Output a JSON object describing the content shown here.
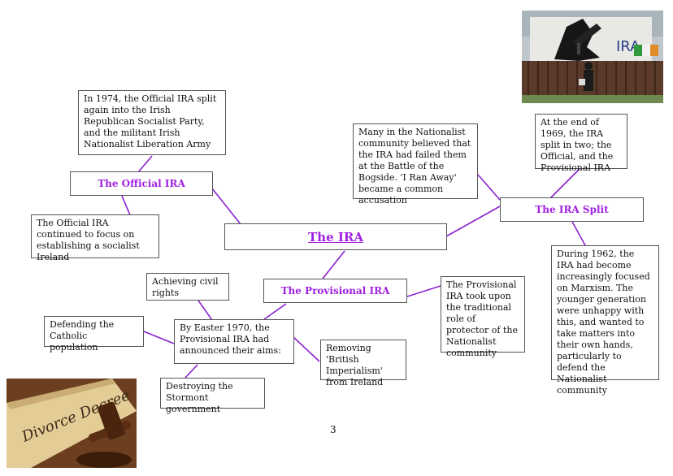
{
  "central": {
    "title": "The IRA"
  },
  "official": {
    "title": "The Official IRA",
    "split_note": "In 1974, the Official IRA split again into the Irish Republican Socialist Party, and the militant Irish Nationalist Liberation Army",
    "focus_note": "The Official IRA continued to focus on establishing a socialist Ireland"
  },
  "split": {
    "title": "The IRA Split",
    "bogside_note": "Many in the Nationalist community believed that the IRA had failed them at the Battle of the Bogside. 'I Ran Away' became a common accusation",
    "end1969_note": "At the end of 1969, the IRA split in two; the Official, and the Provisional IRA",
    "marxism_note": "During 1962, the IRA had become increasingly focused on Marxism. The younger generation were unhappy with this, and wanted to take matters into their own hands, particularly to defend the Nationalist community"
  },
  "provisional": {
    "title": "The Provisional IRA",
    "protector_note": "The Provisional IRA took upon the traditional role of protector of the Nationalist community",
    "aims_note": "By Easter 1970, the Provisional IRA had announced their aims:",
    "aims": {
      "civil_rights": "Achieving civil rights",
      "defending": "Defending the Catholic population",
      "removing": "Removing 'British Imperialism' from Ireland",
      "destroying": "Destroying the Stormont government"
    }
  },
  "photos": {
    "mural_sign": "IRA",
    "decree_text": "Divorce Decree"
  },
  "page_number": "3",
  "colors": {
    "heading": "#a020e0",
    "connector": "#8a20d0"
  }
}
